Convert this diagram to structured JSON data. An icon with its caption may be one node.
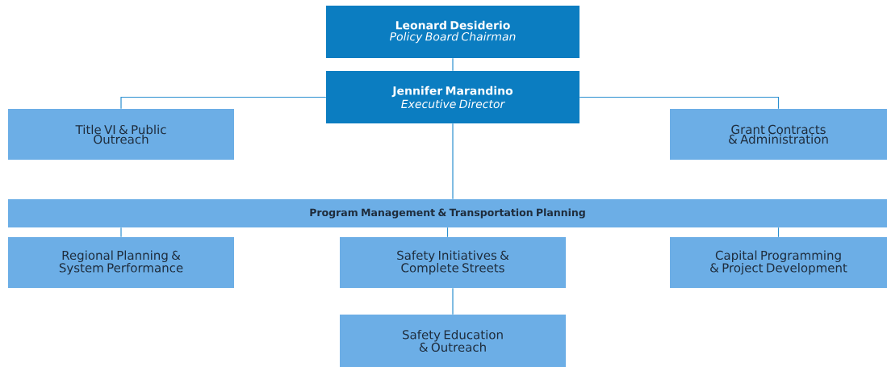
{
  "diagram": {
    "nodes": [
      {
        "text": [
          "Leonard Desiderio",
          "Policy Board Chairman"
        ]
      },
      {
        "text": [
          "Jennifer Marandino",
          "Executive Director"
        ]
      },
      {
        "text": [
          "Title VI & Public Outreach"
        ]
      },
      {
        "text": [
          "Grant Contracts & Administration"
        ]
      },
      {
        "text": [
          "Program Management & Transportation Planning"
        ]
      },
      {
        "text": [
          "Regional Planning & System Performance"
        ]
      },
      {
        "text": [
          "Safety Initiatives & Complete Streets"
        ]
      },
      {
        "text": [
          "Capital Programming & Project Development"
        ]
      },
      {
        "text": [
          "Safety Education & Outreach"
        ]
      }
    ],
    "edges": [
      {
        "from": 0,
        "to": 1,
        "arrow": "none"
      },
      {
        "from": 1,
        "to": 2,
        "arrow": "none"
      },
      {
        "from": 1,
        "to": 3,
        "arrow": "none"
      },
      {
        "from": 1,
        "to": 4,
        "arrow": "none"
      },
      {
        "from": 4,
        "to": 5,
        "arrow": "none"
      },
      {
        "from": 4,
        "to": 6,
        "arrow": "none"
      },
      {
        "from": 4,
        "to": 7,
        "arrow": "none"
      },
      {
        "from": 6,
        "to": 8,
        "arrow": "none"
      }
    ]
  }
}
